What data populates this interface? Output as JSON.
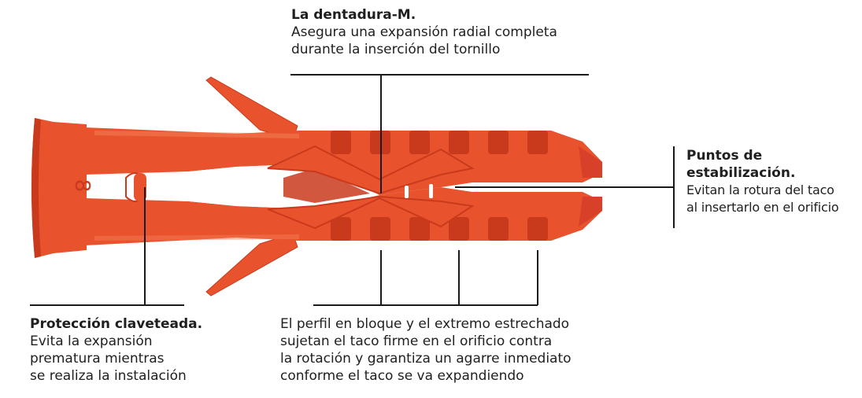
{
  "colors": {
    "plug_main": "#e8532d",
    "plug_dark": "#c93a1d",
    "plug_light": "#f27a52",
    "leader_line": "#1a1a1a"
  },
  "labels": {
    "top": {
      "title": "La dentadura-M.",
      "body": "Asegura una expansión radial completa\ndurante la inserción del tornillo"
    },
    "right": {
      "title": "Puntos de\nestabilización.",
      "body": "Evitan la rotura del taco\nal insertarlo en el orificio"
    },
    "left": {
      "title": "Protección claveteada.",
      "body": "Evita la expansión\nprematura mientras\nse realiza la instalación"
    },
    "bottom": {
      "body": "El perfil en bloque y el extremo estrechado\nsujetan el taco firme en el orificio contra\nla rotación y garantiza un agarre inmediato\nconforme el taco se va expandiendo"
    }
  },
  "plug": {
    "embossed_mark": "8"
  }
}
